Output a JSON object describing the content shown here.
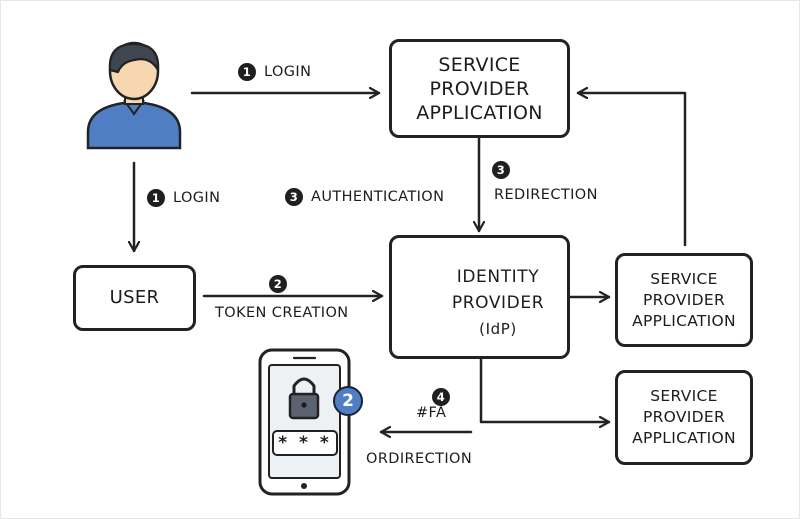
{
  "nodes": {
    "sp_top": [
      "SERVICE",
      "PROVIDER",
      "APPLICATION"
    ],
    "user_box": "USER",
    "idp": [
      "IDENTITY",
      "PROVIDER",
      "(IdP)"
    ],
    "sp_mid": [
      "SERVICE",
      "PROVIDER",
      "APPLICATION"
    ],
    "sp_bottom": [
      "SERVICE",
      "PROVIDER",
      "APPLICATION"
    ]
  },
  "edges": {
    "login_top": {
      "num": "1",
      "text": "LOGIN"
    },
    "login_down": {
      "num": "1",
      "text": "LOGIN"
    },
    "authentication": {
      "num": "3",
      "text": "AUTHENTICATION"
    },
    "redirection": {
      "num": "3",
      "text": "REDIRECTION"
    },
    "token_creation": {
      "num": "2",
      "text": "TOKEN CREATION"
    },
    "twofa": {
      "num": "4",
      "text": "#FA"
    },
    "ordirection": {
      "text": "ORDIRECTION"
    }
  },
  "phone": {
    "pin_mask": "* * *",
    "badge": "2"
  },
  "colors": {
    "stroke": "#222222",
    "person_shirt": "#4f7ec5",
    "person_skin": "#f6d7b0",
    "person_hair": "#3f4650",
    "badge": "#4f7ec5",
    "phone_screen": "#eef1f4",
    "lock": "#5b6270"
  }
}
